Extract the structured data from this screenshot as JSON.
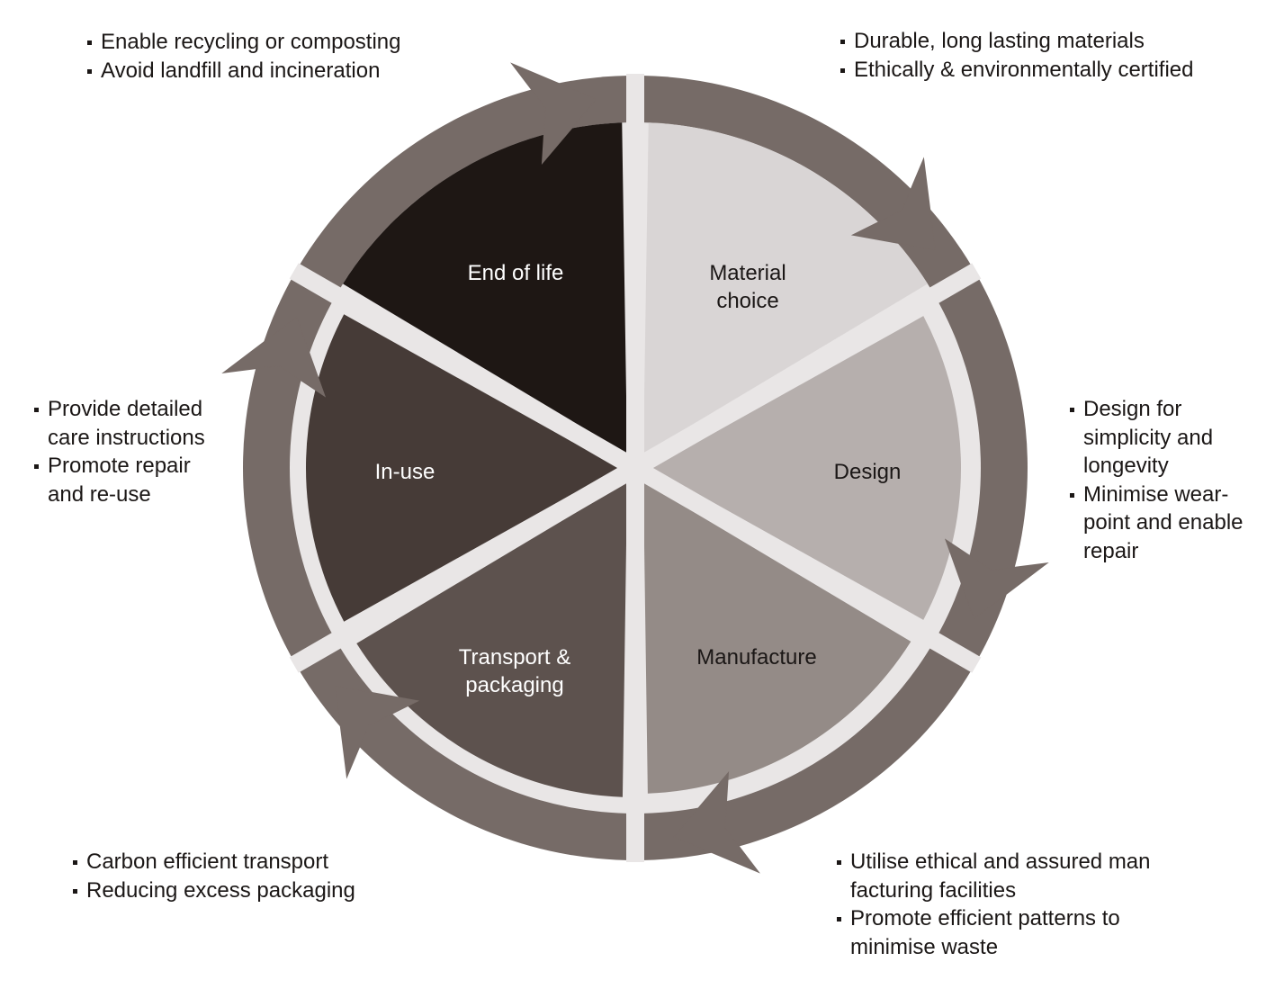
{
  "diagram": {
    "center_label": "",
    "colors": {
      "ring": "#766b67",
      "gap": "#e9e6e6",
      "material_choice": "#d9d5d5",
      "design": "#b6afad",
      "manufacture": "#948b87",
      "transport_packaging": "#5d524e",
      "in_use": "#463b37",
      "end_of_life": "#1e1714"
    },
    "segments": [
      {
        "id": "material-choice",
        "label_lines": [
          "Material",
          "choice"
        ],
        "text_color": "#1b1716"
      },
      {
        "id": "design",
        "label_lines": [
          "Design"
        ],
        "text_color": "#1b1716"
      },
      {
        "id": "manufacture",
        "label_lines": [
          "Manufacture"
        ],
        "text_color": "#1b1716"
      },
      {
        "id": "transport-packaging",
        "label_lines": [
          "Transport &",
          "packaging"
        ],
        "text_color": "#ffffff"
      },
      {
        "id": "in-use",
        "label_lines": [
          "In-use"
        ],
        "text_color": "#ffffff"
      },
      {
        "id": "end-of-life",
        "label_lines": [
          "End of life"
        ],
        "text_color": "#ffffff"
      }
    ]
  },
  "notes": {
    "material_choice": [
      "Durable, long lasting materials",
      "Ethically & environmentally certified"
    ],
    "design": [
      "Design for simplicity and longevity",
      "Minimise wear-point and enable repair"
    ],
    "manufacture": [
      "Utilise ethical and assured man facturing facilities",
      "Promote efficient patterns to minimise waste"
    ],
    "transport_packaging": [
      "Carbon efficient transport",
      "Reducing excess packaging"
    ],
    "in_use": [
      "Provide detailed care instructions",
      "Promote repair and re-use"
    ],
    "end_of_life": [
      "Enable recycling or composting",
      "Avoid landfill and incineration"
    ]
  }
}
